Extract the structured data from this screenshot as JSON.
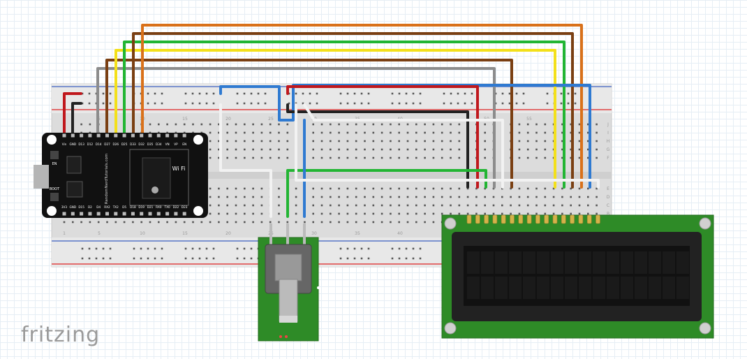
{
  "watermark": "fritzing",
  "breadboard": {
    "numbers": [
      "1",
      "5",
      "10",
      "15",
      "20",
      "25",
      "30",
      "35",
      "40",
      "50",
      "55"
    ],
    "rows_right": [
      "J",
      "I",
      "H",
      "G",
      "F",
      "E",
      "D",
      "C",
      "B",
      "A"
    ]
  },
  "esp32": {
    "pins_top": [
      "Vin",
      "GND",
      "D13",
      "D12",
      "D14",
      "D27",
      "D26",
      "D25",
      "D33",
      "D32",
      "D35",
      "D34",
      "VN",
      "VP",
      "EN"
    ],
    "pins_bottom": [
      "3V3",
      "GND",
      "D15",
      "D2",
      "D4",
      "RX2",
      "TX2",
      "D5",
      "D18",
      "D19",
      "D21",
      "RX0",
      "TX0",
      "D22",
      "D23"
    ],
    "button_en": "EN",
    "button_boot": "BOOT",
    "module_brand": "RandomNerdTutorials.com",
    "wifi": "Wi Fi"
  },
  "wire_colors": {
    "red": "#c0181d",
    "black": "#222222",
    "blue": "#2f7ad1",
    "white": "#f2f2f2",
    "gray": "#8c8c8c",
    "brown": "#7a3f12",
    "yellow": "#f3e01a",
    "green": "#22b533",
    "orange": "#d9711a"
  },
  "lcd": {
    "pins": 16,
    "frame_color": "#2e8b27",
    "screen_color": "#101010"
  }
}
